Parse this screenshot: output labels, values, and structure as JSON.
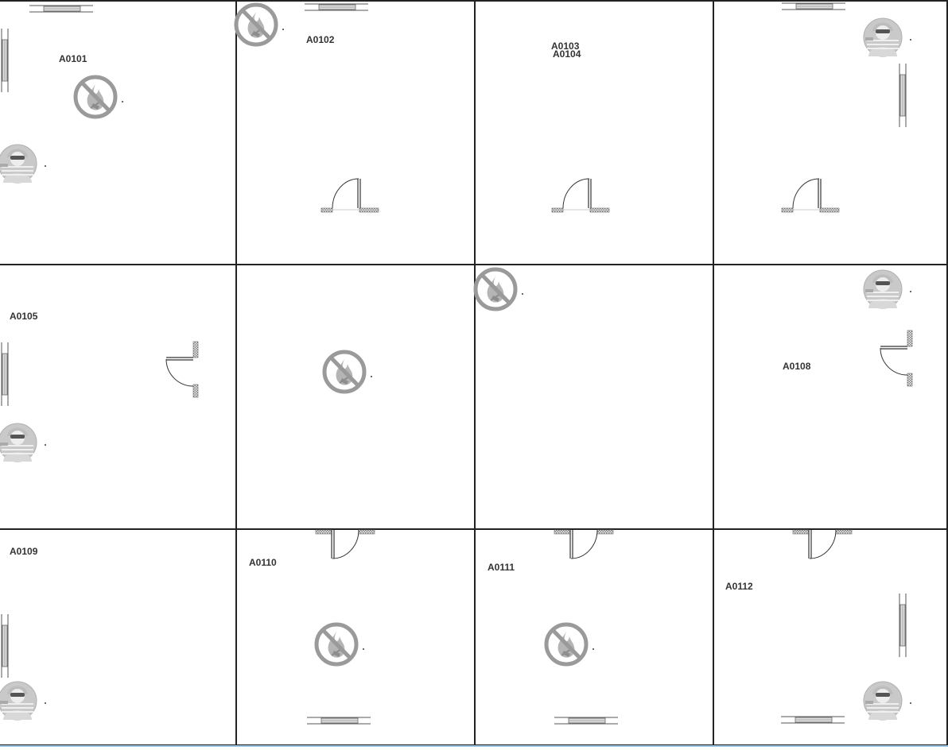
{
  "floor_plan": {
    "rooms": [
      {
        "id": "A0101",
        "label": "A0101"
      },
      {
        "id": "A0102",
        "label": "A0102"
      },
      {
        "id": "A0103",
        "label": "A0103"
      },
      {
        "id": "A0104",
        "label": "A0104"
      },
      {
        "id": "A0105",
        "label": "A0105"
      },
      {
        "id": "A0108",
        "label": "A0108"
      },
      {
        "id": "A0109",
        "label": "A0109"
      },
      {
        "id": "A0110",
        "label": "A0110"
      },
      {
        "id": "A0111",
        "label": "A0111"
      },
      {
        "id": "A0112",
        "label": "A0112"
      }
    ],
    "symbols": {
      "no_fire": "no-fire-icon",
      "security_guard": "security-guard-icon",
      "door": "door-swing",
      "window": "window"
    }
  }
}
